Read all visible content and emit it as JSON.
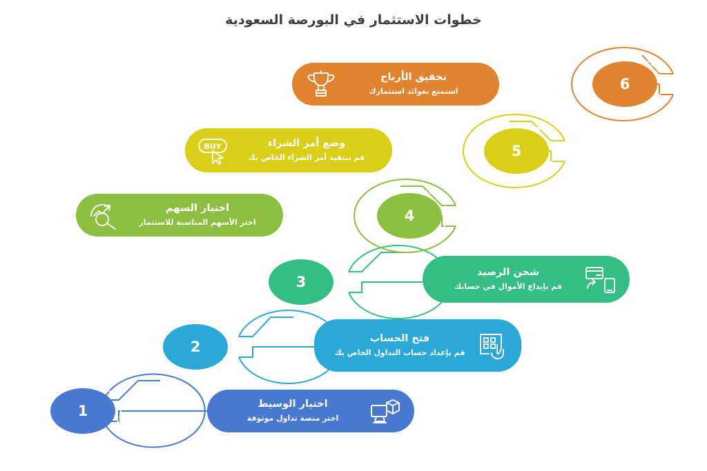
{
  "page": {
    "title": "خطوات الاستثمار في البورصة السعودية",
    "background": "#ffffff",
    "language": "ar",
    "direction": "rtl"
  },
  "steps": [
    {
      "number": "1",
      "title": "اختيار الوسيط",
      "subtitle": "اختر منصة تداول موثوقة",
      "color": "#4878d0",
      "icon": "monitor-box-icon"
    },
    {
      "number": "2",
      "title": "فتح الحساب",
      "subtitle": "قم بإعداد حساب التداول الخاص بك",
      "color": "#2ba8d8",
      "icon": "form-signup-icon"
    },
    {
      "number": "3",
      "title": "شحن الرصيد",
      "subtitle": "قم بإيداع الأموال في حسابك",
      "color": "#35be83",
      "icon": "card-transfer-icon"
    },
    {
      "number": "4",
      "title": "اختيار السهم",
      "subtitle": "اختر الأسهم المناسبة للاستثمار",
      "color": "#8cbe3f",
      "icon": "chart-magnifier-icon"
    },
    {
      "number": "5",
      "title": "وضع أمر الشراء",
      "subtitle": "قم بتنفيذ أمر الشراء الخاص بك",
      "color": "#dbce18",
      "icon": "buy-cursor-icon",
      "icon_label": "BUY"
    },
    {
      "number": "6",
      "title": "تحقيق الأرباح",
      "subtitle": "استمتع بعوائد استثمارك",
      "color": "#e08430",
      "icon": "trophy-icon"
    }
  ]
}
